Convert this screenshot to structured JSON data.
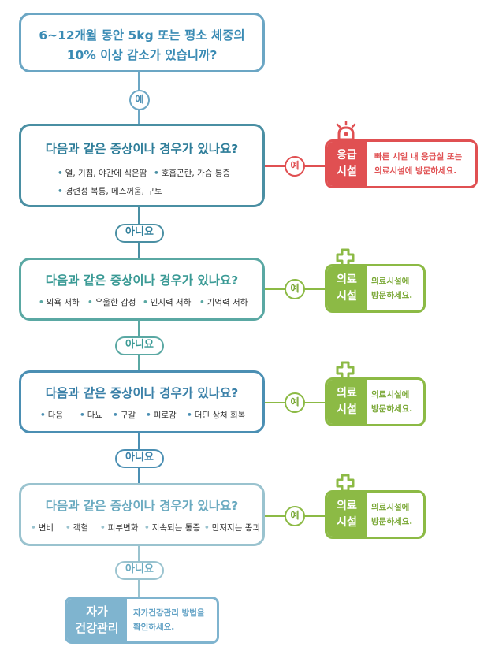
{
  "colors": {
    "q1": "#6ba6c4",
    "q2": "#4a8fa3",
    "q3": "#5aa8a3",
    "q4": "#4b8fb3",
    "q5": "#9ac3cf",
    "emergency": "#e05052",
    "medical": "#8cba45",
    "selfcare": "#7fb4cf"
  },
  "start": {
    "line1": "6~12개월 동안 5kg 또는 평소 체중의",
    "line2": "10% 이상 감소가 있습니까?"
  },
  "yes_label": "예",
  "no_label": "아니요",
  "question_title": "다음과 같은 증상이나 경우가 있나요?",
  "q2": {
    "bullets": [
      "열, 기침, 야간에 식은땀",
      "호흡곤란, 가슴 통증",
      "경련성 복통, 메스꺼움, 구토"
    ]
  },
  "q3": {
    "bullets": [
      "의욕 저하",
      "우울한 감정",
      "인지력 저하",
      "기억력 저하"
    ]
  },
  "q4": {
    "bullets": [
      "다음",
      "다뇨",
      "구갈",
      "피로감",
      "더딘 상처 회복"
    ]
  },
  "q5": {
    "bullets": [
      "변비",
      "객혈",
      "피부변화",
      "지속되는 통증",
      "만져지는 종괴"
    ]
  },
  "emergency": {
    "label1": "응급",
    "label2": "시설",
    "text1": "빠른 시일 내 응급실 또는",
    "text2": "의료시설에 방문하세요.",
    "icon": "siren-icon"
  },
  "medical": {
    "label1": "의료",
    "label2": "시설",
    "text1": "의료시설에",
    "text2": "방문하세요.",
    "icon": "medical-cross-icon"
  },
  "selfcare": {
    "label1": "자가",
    "label2": "건강관리",
    "text1": "자가건강관리 방법을",
    "text2": "확인하세요."
  }
}
